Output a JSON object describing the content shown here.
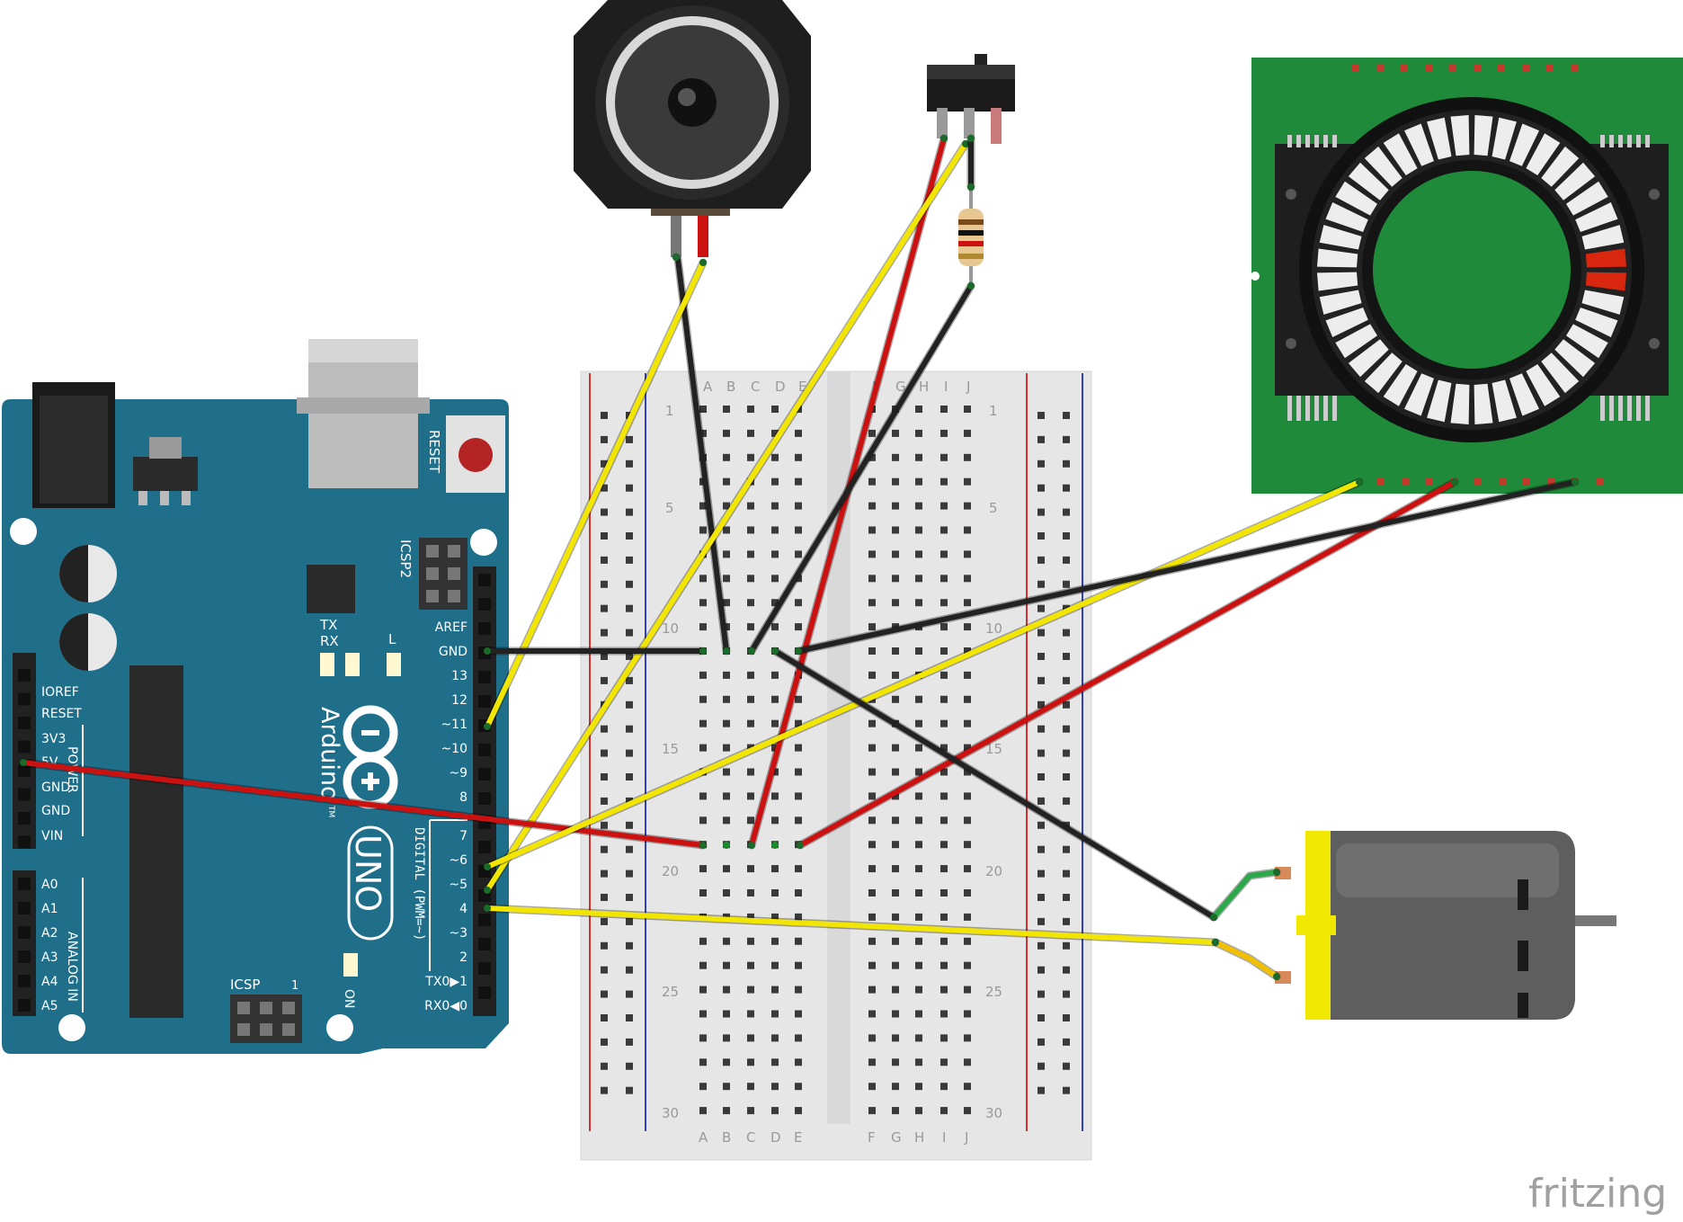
{
  "arduino": {
    "board_name": "UNO",
    "brand": "Arduino",
    "trademark": "TM",
    "reset_label": "RESET",
    "icsp2_label": "ICSP2",
    "icsp_label": "ICSP",
    "icsp_pin1": "1",
    "tx_label": "TX",
    "rx_label": "RX",
    "l_label": "L",
    "on_label": "ON",
    "digital_label": "DIGITAL (PWM=~)",
    "power_label": "POWER",
    "analog_label": "ANALOG IN",
    "power_pins": [
      "IOREF",
      "RESET",
      "3V3",
      "5V",
      "GND",
      "GND",
      "VIN"
    ],
    "analog_pins": [
      "A0",
      "A1",
      "A2",
      "A3",
      "A4",
      "A5"
    ],
    "digital_pins": [
      "AREF",
      "GND",
      "13",
      "12",
      "~11",
      "~10",
      "~9",
      "8",
      "7",
      "~6",
      "~5",
      "4",
      "~3",
      "2",
      "TX0▶1",
      "RX0◀0"
    ]
  },
  "breadboard": {
    "left_columns": [
      "A",
      "B",
      "C",
      "D",
      "E"
    ],
    "right_columns": [
      "F",
      "G",
      "H",
      "I",
      "J"
    ],
    "row_numbers": [
      "1",
      "5",
      "10",
      "15",
      "20",
      "25",
      "30"
    ]
  },
  "watermark": "fritzing",
  "colors": {
    "arduino_blue": "#1f6f8b",
    "breadboard": "#e4e4e4",
    "pcb_green": "#1f8a3a",
    "wire_red": "#cc1111",
    "wire_black": "#222222",
    "wire_yellow": "#f2e600",
    "wire_green": "#2aa84a",
    "motor_yellow": "#f0e800",
    "motor_grey": "#6b6b6b"
  }
}
